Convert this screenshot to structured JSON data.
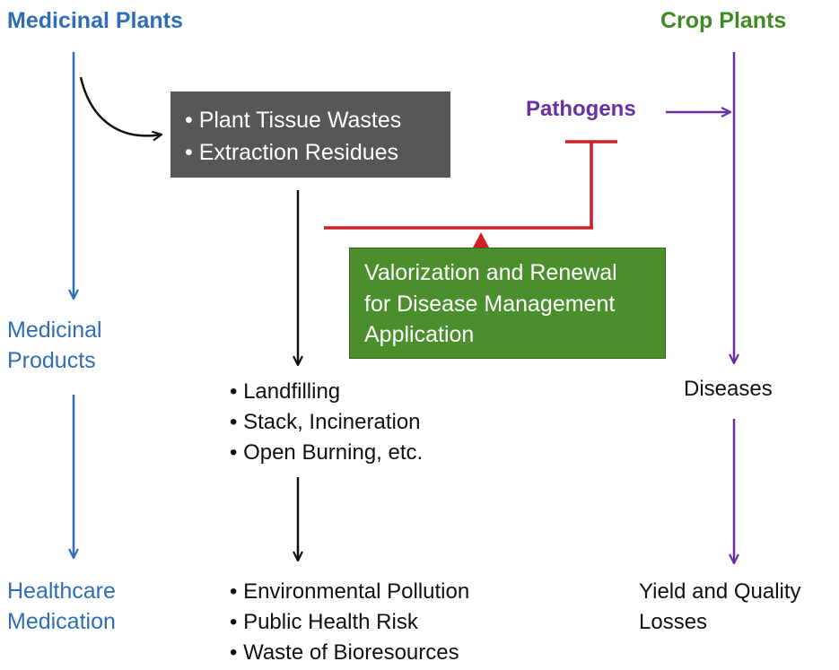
{
  "columns": {
    "medicinal": {
      "title": "Medicinal Plants",
      "products": [
        "Medicinal",
        "Products"
      ],
      "healthcare": [
        "Healthcare",
        "Medication"
      ],
      "color": "#2f6db5"
    },
    "crop": {
      "title": "Crop Plants",
      "pathogens": "Pathogens",
      "diseases": "Diseases",
      "losses": [
        "Yield and Quality",
        "Losses"
      ],
      "title_color": "#3f8a24",
      "arrow_color": "#6a2fa0"
    }
  },
  "waste_box": {
    "items": [
      "• Plant Tissue Wastes",
      "• Extraction  Residues"
    ],
    "color": "#575757"
  },
  "valorization_box": {
    "lines": [
      "Valorization and Renewal",
      "for Disease Management",
      "Application"
    ],
    "color": "#4b8f2c"
  },
  "disposal_list": [
    "• Landfilling",
    "• Stack, Incineration",
    "• Open Burning, etc."
  ],
  "consequence_list": [
    "• Environmental Pollution",
    "• Public Health Risk",
    "• Waste of Bioresources"
  ],
  "inhibition_color": "#d0202a"
}
